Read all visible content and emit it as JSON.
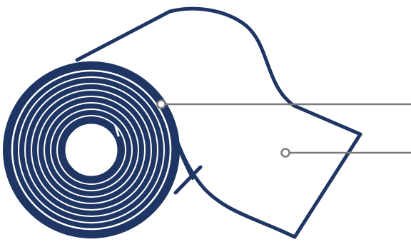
{
  "diagram": {
    "subject": "rolled-sheet-roll",
    "colors": {
      "background": "#ffffff",
      "outline": "#1f3563",
      "leader": "#7a7a7a",
      "marker_fill": "#ffffff",
      "marker_stroke": "#7a7a7a"
    },
    "callouts": [
      {
        "id": "roll-layers",
        "label": ""
      },
      {
        "id": "sheet-surface",
        "label": ""
      }
    ]
  }
}
